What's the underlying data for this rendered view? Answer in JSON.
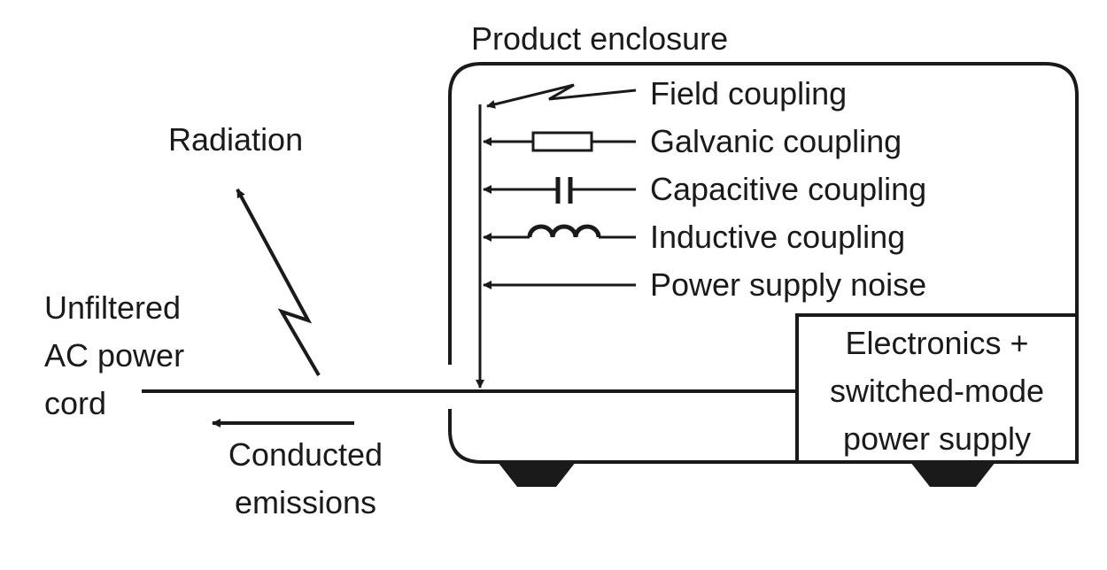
{
  "diagram": {
    "enclosure_label": "Product enclosure",
    "radiation_label": "Radiation",
    "cord_label": [
      "Unfiltered",
      "AC power",
      "cord"
    ],
    "conducted_label": [
      "Conducted",
      "emissions"
    ],
    "coupling_labels": [
      "Field coupling",
      "Galvanic coupling",
      "Capacitive coupling",
      "Inductive coupling",
      "Power supply noise"
    ],
    "electronics_label": [
      "Electronics +",
      "switched-mode",
      "power supply"
    ],
    "colors": {
      "ink": "#1a1a1a",
      "background": "#ffffff"
    }
  }
}
